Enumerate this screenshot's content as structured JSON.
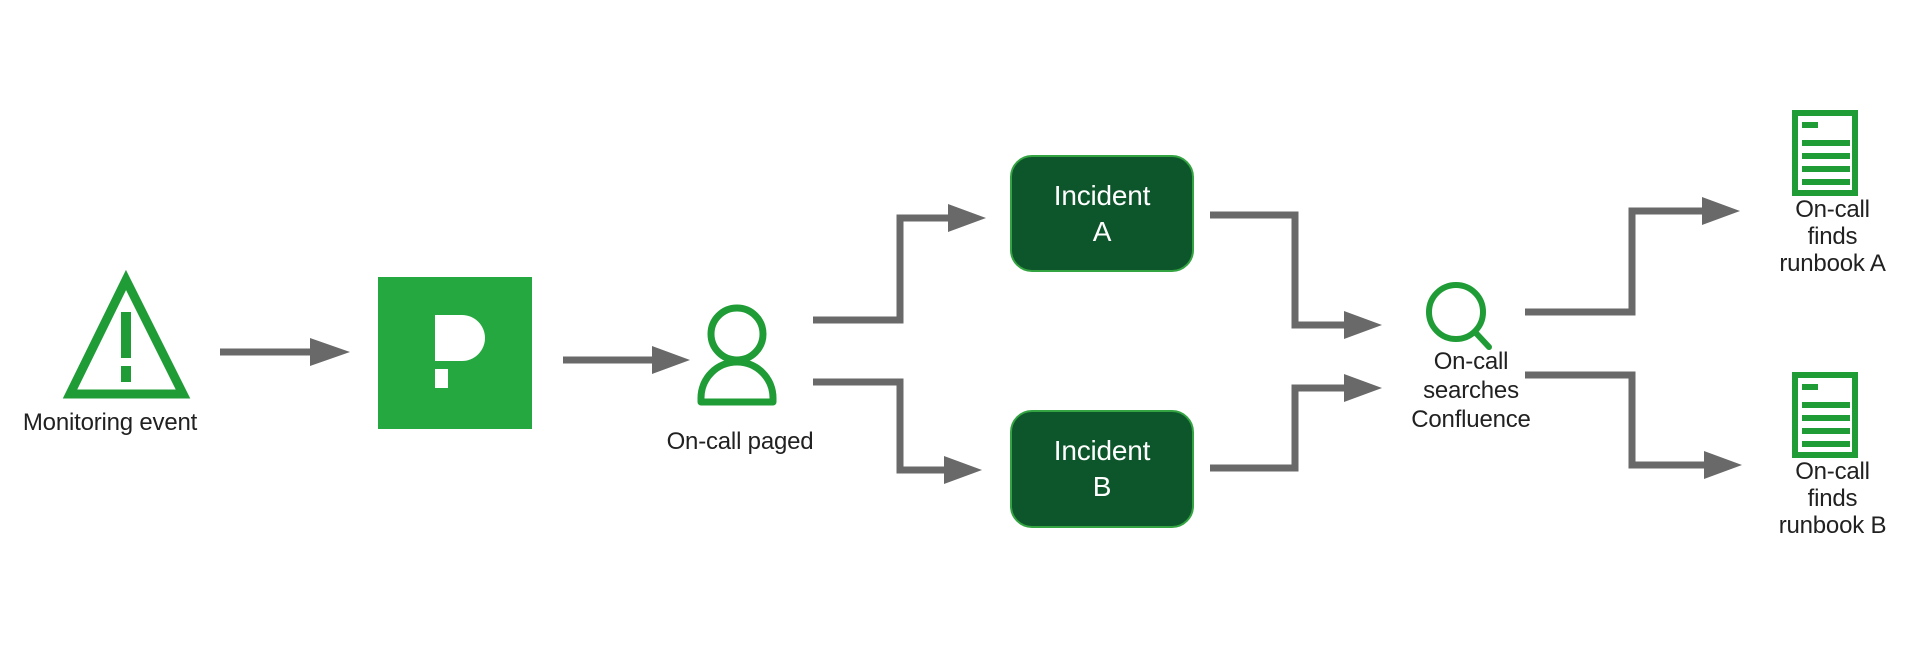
{
  "colors": {
    "icon_green": "#1f9c36",
    "logo_green": "#25a83f",
    "box_fill": "#0d552a",
    "box_border": "#33a441",
    "box_text": "#ffffff",
    "arrow_gray": "#696969",
    "text_dark": "#212121"
  },
  "nodes": {
    "monitoring": {
      "icon": "warning-triangle-icon",
      "label": "Monitoring event"
    },
    "pagerduty": {
      "icon": "pagerduty-logo",
      "letter": "P"
    },
    "oncall_paged": {
      "icon": "person-icon",
      "label": "On-call paged"
    },
    "incident_a": {
      "lines": [
        "Incident",
        "A"
      ]
    },
    "incident_b": {
      "lines": [
        "Incident",
        "B"
      ]
    },
    "search": {
      "icon": "search-icon",
      "lines": [
        "On-call",
        "searches",
        "Confluence"
      ]
    },
    "runbook_a": {
      "icon": "document-icon",
      "lines": [
        "On-call",
        "finds",
        "runbook A"
      ]
    },
    "runbook_b": {
      "icon": "document-icon",
      "lines": [
        "On-call",
        "finds",
        "runbook B"
      ]
    }
  }
}
